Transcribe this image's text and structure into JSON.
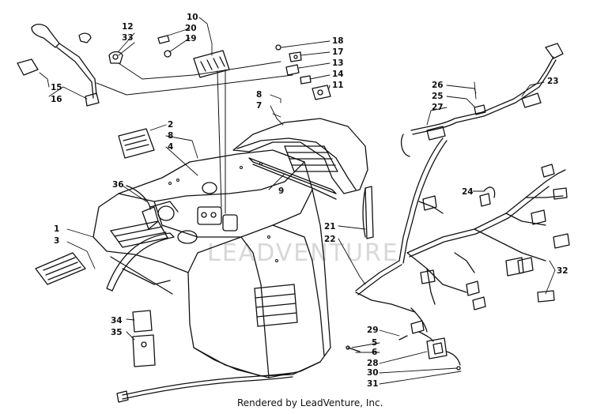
{
  "diagram": {
    "callouts": {
      "c1": "1",
      "c2": "2",
      "c3": "3",
      "c4": "4",
      "c5": "5",
      "c6": "6",
      "c7": "7",
      "c8a": "8",
      "c8b": "8",
      "c9": "9",
      "c10": "10",
      "c11": "11",
      "c12": "12",
      "c13": "13",
      "c14": "14",
      "c15": "15",
      "c16": "16",
      "c17": "17",
      "c18": "18",
      "c19": "19",
      "c20": "20",
      "c21": "21",
      "c22": "22",
      "c23": "23",
      "c24": "24",
      "c25": "25",
      "c26": "26",
      "c27": "27",
      "c28": "28",
      "c29": "29",
      "c30": "30",
      "c31": "31",
      "c32": "32",
      "c33": "33",
      "c34": "34",
      "c35": "35",
      "c36": "36"
    },
    "watermark": "LEADVENTURE"
  },
  "footer": {
    "credit": "Rendered by LeadVenture, Inc."
  },
  "colors": {
    "ink": "#111111",
    "paper": "#ffffff",
    "watermark": "#d8d8d8"
  }
}
